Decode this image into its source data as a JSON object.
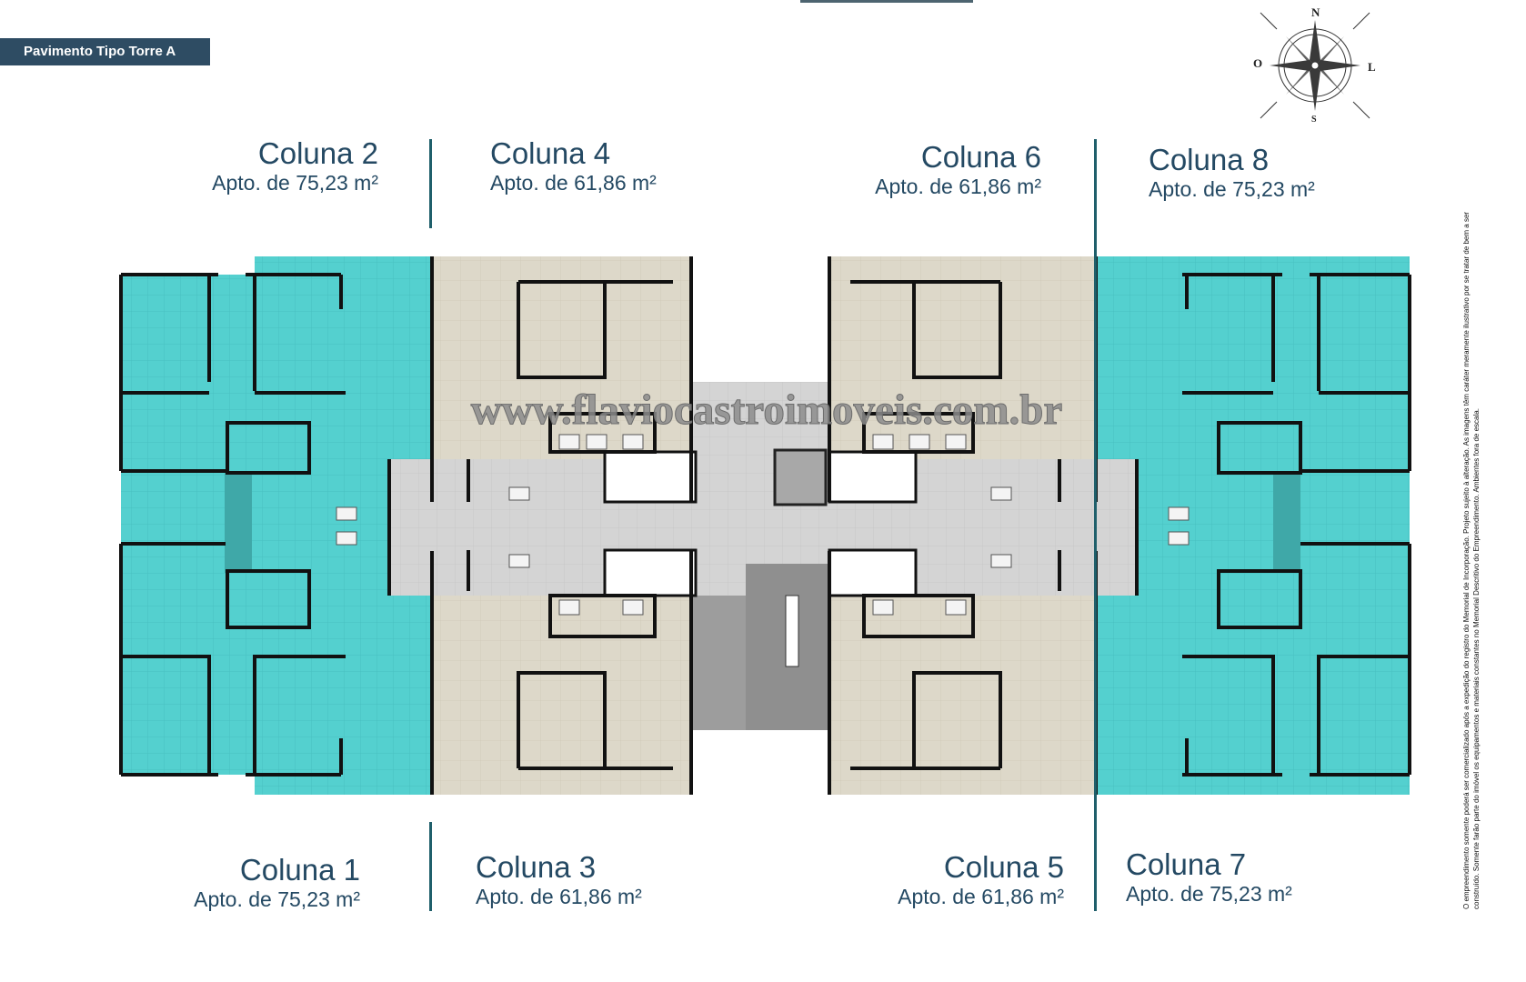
{
  "header": {
    "floor_tag": "Pavimento Tipo Torre A"
  },
  "columns": {
    "c2": {
      "title": "Coluna 2",
      "area": "Apto. de 75,23 m²"
    },
    "c4": {
      "title": "Coluna 4",
      "area": "Apto. de 61,86 m²"
    },
    "c6": {
      "title": "Coluna 6",
      "area": "Apto. de 61,86 m²"
    },
    "c8": {
      "title": "Coluna 8",
      "area": "Apto. de 75,23 m²"
    },
    "c1": {
      "title": "Coluna 1",
      "area": "Apto. de 75,23 m²"
    },
    "c3": {
      "title": "Coluna 3",
      "area": "Apto. de 61,86 m²"
    },
    "c5": {
      "title": "Coluna 5",
      "area": "Apto. de 61,86 m²"
    },
    "c7": {
      "title": "Coluna 7",
      "area": "Apto. de 75,23 m²"
    }
  },
  "compass": {
    "north": "N",
    "south": "S",
    "east": "L",
    "west": "O"
  },
  "watermark": "www.flaviocastroimoveis.com.br",
  "disclaimer": "O empreendimento somente poderá ser comercializado após a expedição do registro do Memorial de Incorporação. Projeto sujeito à alteração. As imagens têm caráter meramente ilustrativo por se tratar de bem a ser construído. Somente farão parte do imóvel os equipamentos e materiais constantes no Memorial Descritivo do Empreendimento. Ambientes fora de escala.",
  "colors": {
    "unit_large": "#54d0cf",
    "unit_small": "#ddd8c9",
    "circulation": "#d3d3d3",
    "core": "#9a9a9a",
    "text": "#244963",
    "tag": "#2e4c63"
  }
}
